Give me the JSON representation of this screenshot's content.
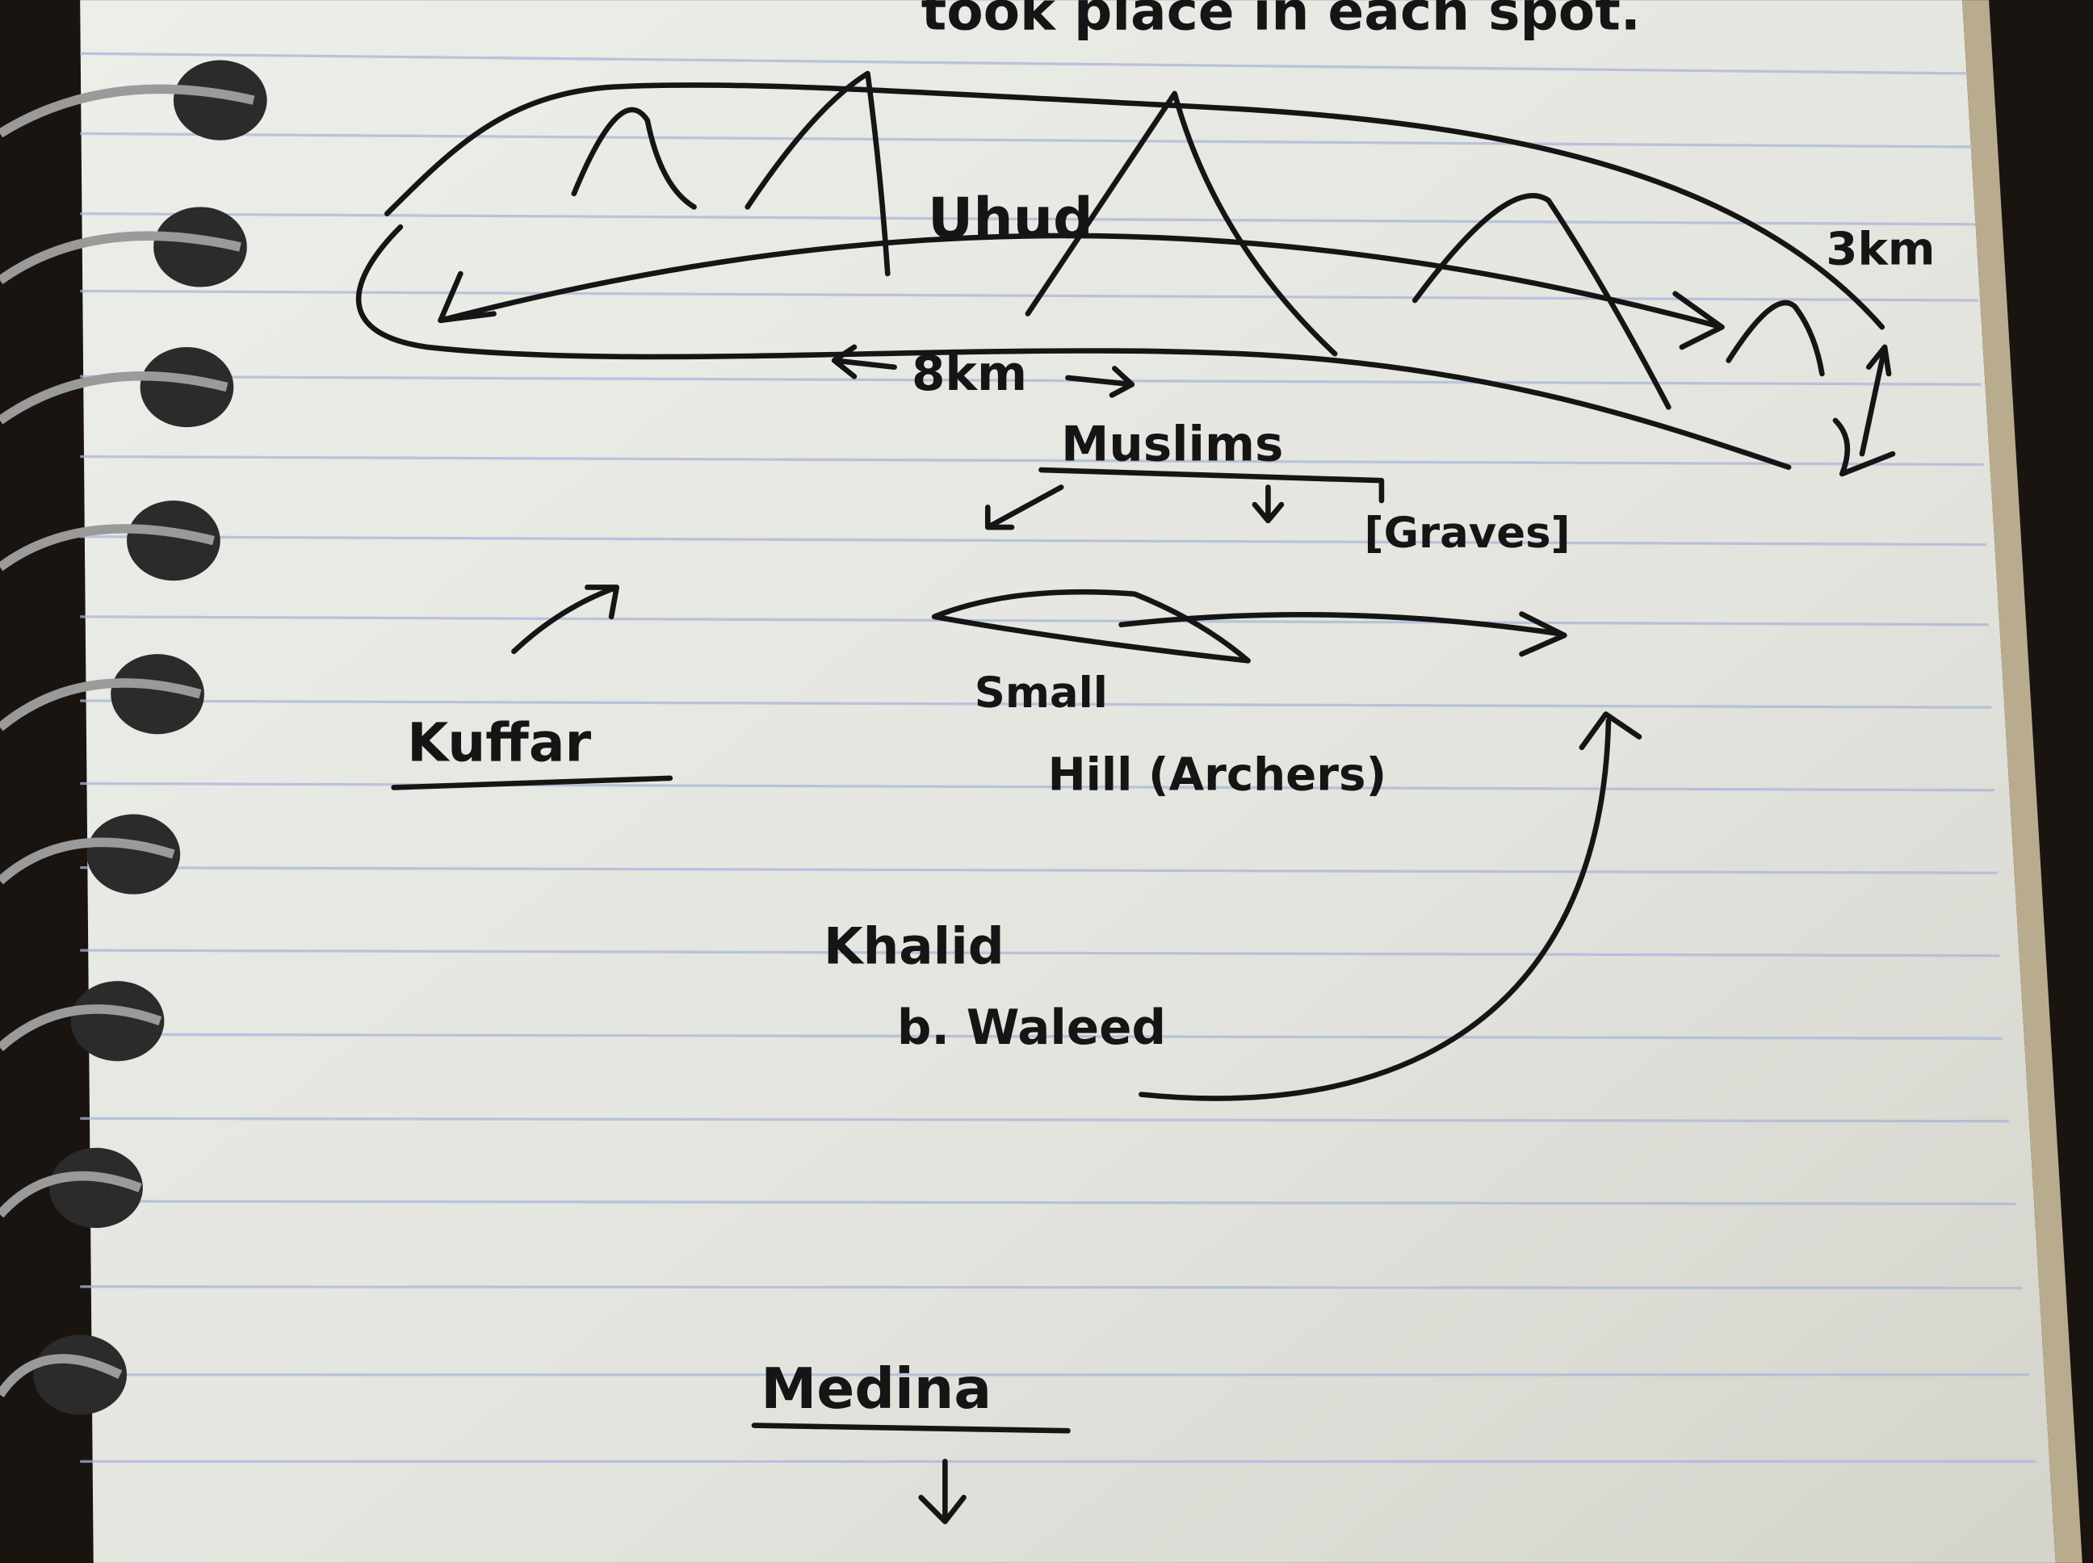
{
  "note": {
    "header_text": "took place in each spot.",
    "labels": {
      "mountain": "Uhud",
      "width": "8km",
      "depth": "3km",
      "muslims": "Muslims",
      "graves": "[Graves]",
      "hill_line1": "Small",
      "hill_line2": "Hill (Archers)",
      "kuffar": "Kuffar",
      "khalid_line1": "Khalid",
      "khalid_line2": "b. Waleed",
      "medina": "Medina"
    }
  },
  "colors": {
    "paper": "#e6e7e2",
    "ink": "#151515",
    "rule": "#a9b6d8",
    "background": "#1a1410"
  }
}
